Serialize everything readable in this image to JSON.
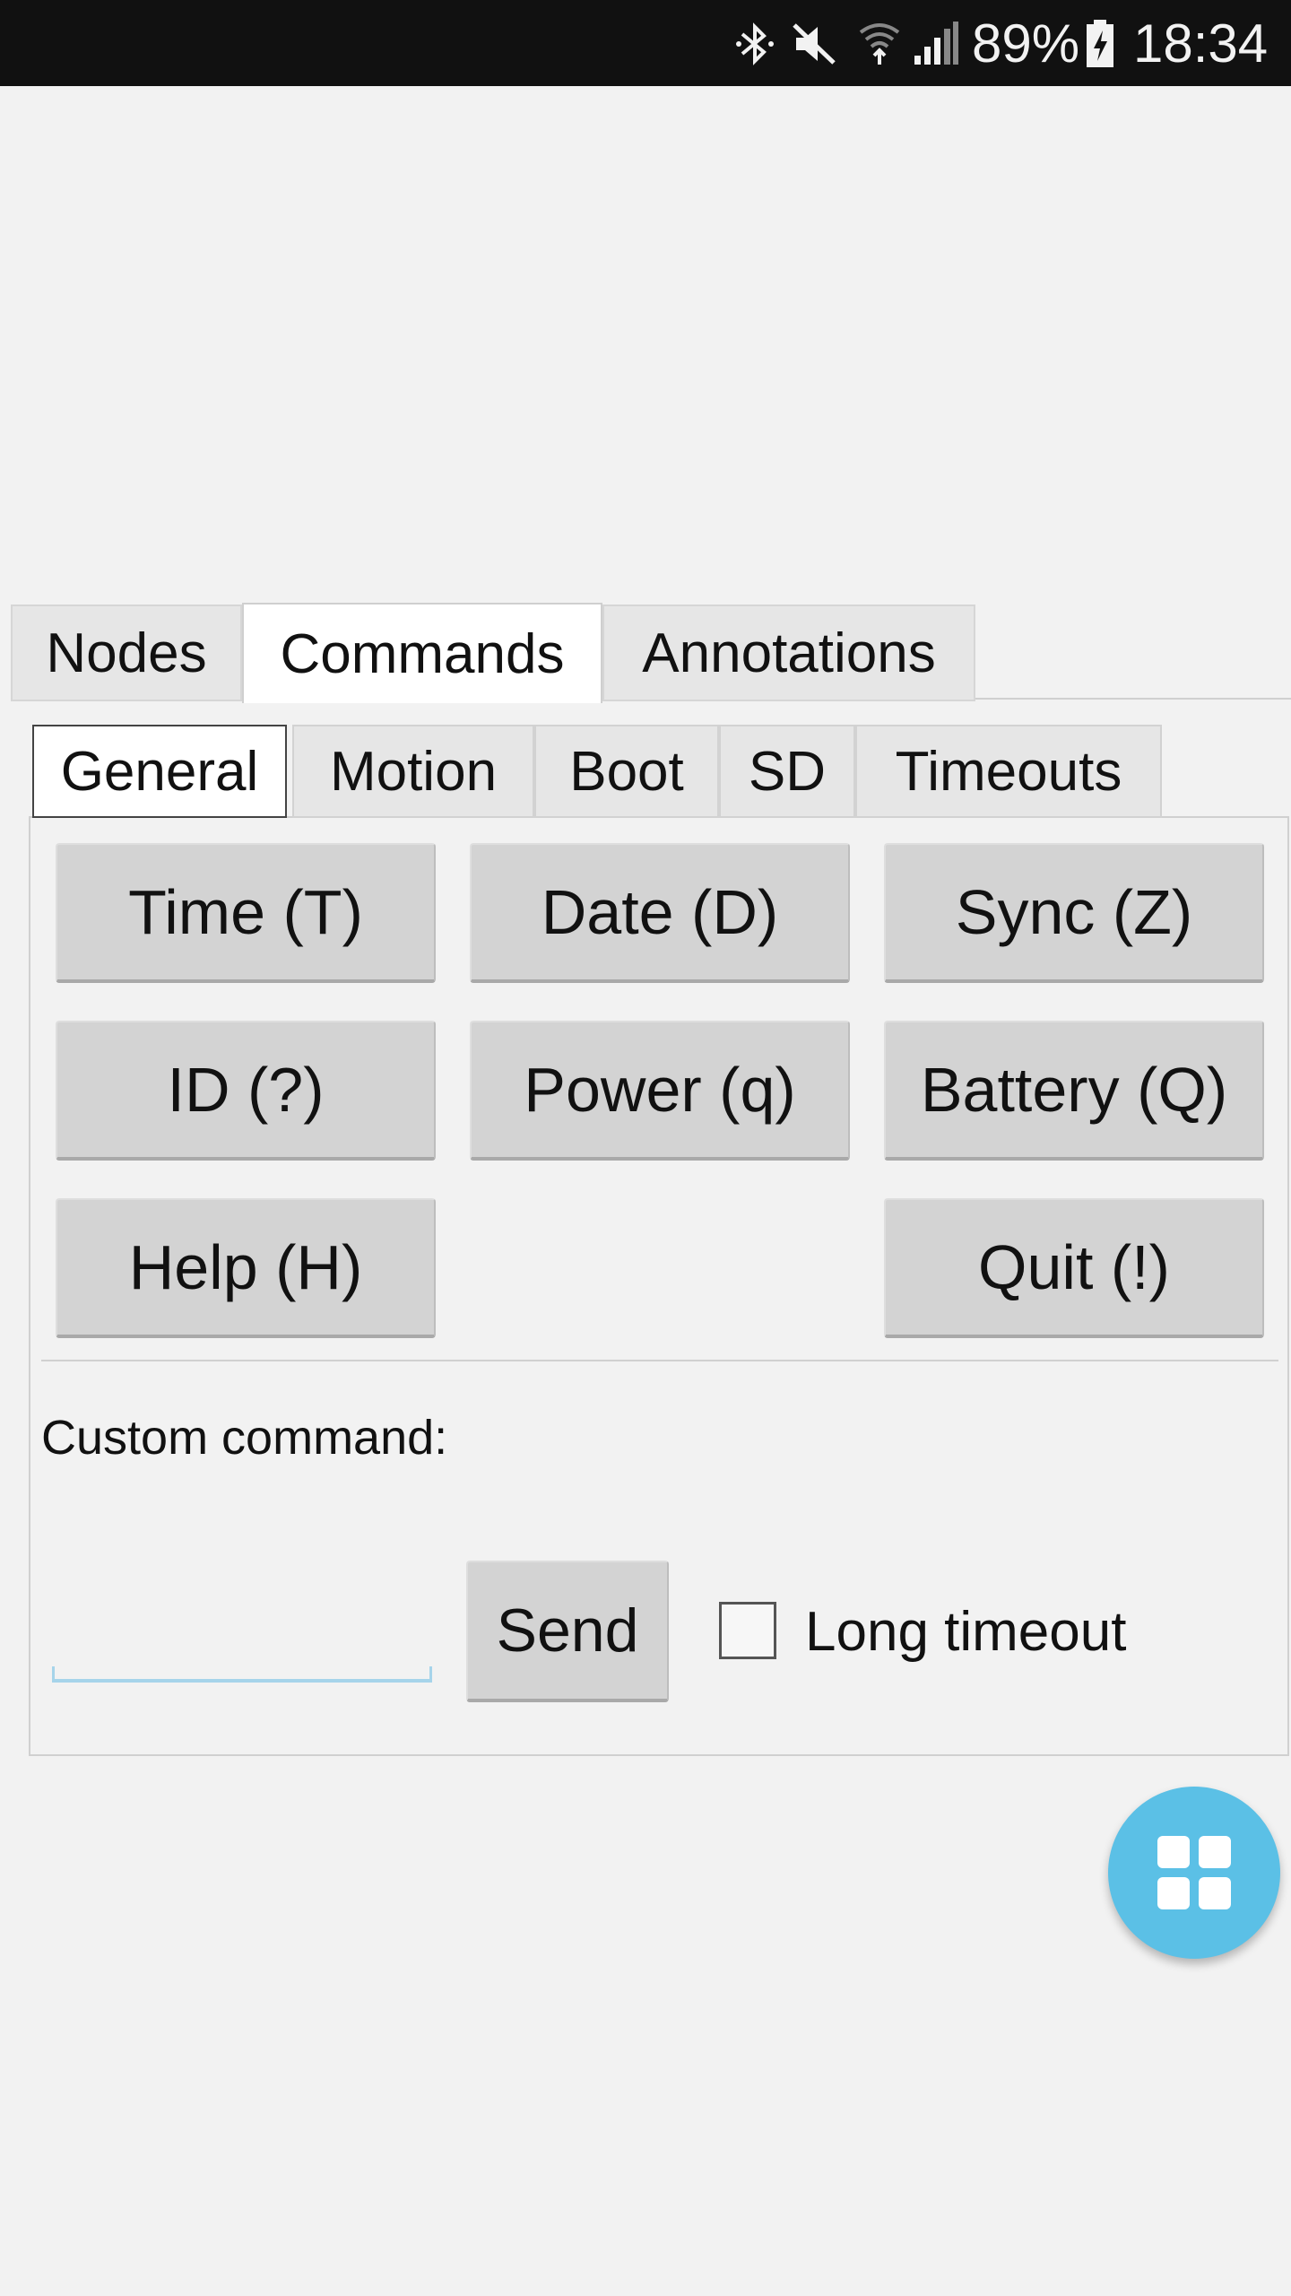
{
  "statusbar": {
    "battery_percent": "89%",
    "time": "18:34",
    "icons": [
      "bluetooth-icon",
      "mute-icon",
      "wifi-icon",
      "signal-icon",
      "battery-charging-icon"
    ]
  },
  "tabs": {
    "items": [
      {
        "label": "Nodes"
      },
      {
        "label": "Commands"
      },
      {
        "label": "Annotations"
      }
    ],
    "selected": "Commands"
  },
  "subtabs": {
    "items": [
      {
        "label": "General"
      },
      {
        "label": "Motion"
      },
      {
        "label": "Boot"
      },
      {
        "label": "SD"
      },
      {
        "label": "Timeouts"
      }
    ],
    "selected": "General"
  },
  "buttons": {
    "time": "Time (T)",
    "date": "Date (D)",
    "sync": "Sync (Z)",
    "id": "ID (?)",
    "power": "Power (q)",
    "battery": "Battery (Q)",
    "help": "Help (H)",
    "quit": "Quit (!)"
  },
  "custom": {
    "label": "Custom command:",
    "input_value": "",
    "send_label": "Send",
    "long_timeout_label": "Long timeout",
    "long_timeout_checked": false
  },
  "fab": {
    "icon": "grid-icon"
  },
  "colors": {
    "accent": "#5bc0e6",
    "button": "#d3d3d3",
    "background": "#f2f2f2"
  }
}
